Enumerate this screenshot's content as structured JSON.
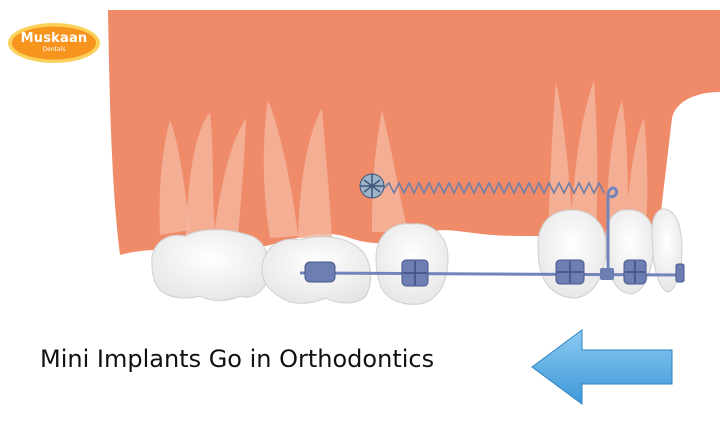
{
  "logo": {
    "brand": "Muskaan",
    "subtitle": "Dentals",
    "colors": {
      "badge": "#f7941d",
      "ring": "#fbd15a",
      "text": "#ffffff"
    }
  },
  "caption": "Mini Implants Go in Orthodontics",
  "colors": {
    "gum": "#f08b6a",
    "root": "#f3b49b",
    "tooth": "#f8f8f8",
    "bracket": "#6d7fb2",
    "wire": "#7285ba",
    "spring": "#6f7fa8",
    "arrow": "#56aee6"
  },
  "icons": {
    "arrow": "left-arrow-icon",
    "implant": "mini-implant-screw-icon"
  }
}
